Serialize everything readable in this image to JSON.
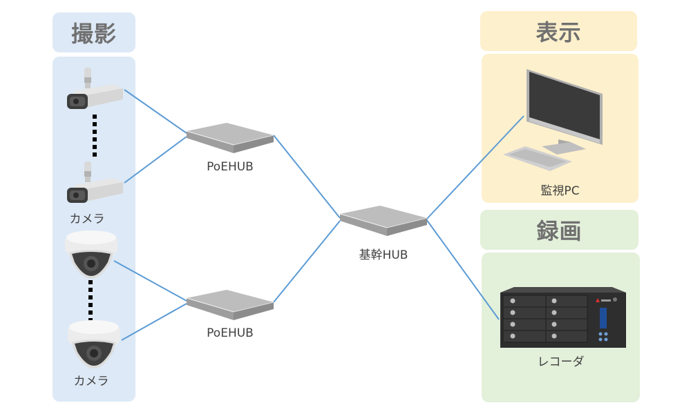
{
  "groups": {
    "capture": {
      "title": "撮影",
      "color": "#dde9f6"
    },
    "display": {
      "title": "表示",
      "color": "#fdf0cc"
    },
    "record": {
      "title": "録画",
      "color": "#e3f0da"
    }
  },
  "devices": {
    "bullet_cameras_label": "カメラ",
    "dome_cameras_label": "カメラ",
    "poe_hub_top_label": "PoEHUB",
    "poe_hub_bottom_label": "PoEHUB",
    "core_hub_label": "基幹HUB",
    "monitor_pc_label": "監視PC",
    "recorder_label": "レコーダ"
  },
  "colors": {
    "link_line": "#5b9bd5",
    "heading_text": "#707070"
  }
}
